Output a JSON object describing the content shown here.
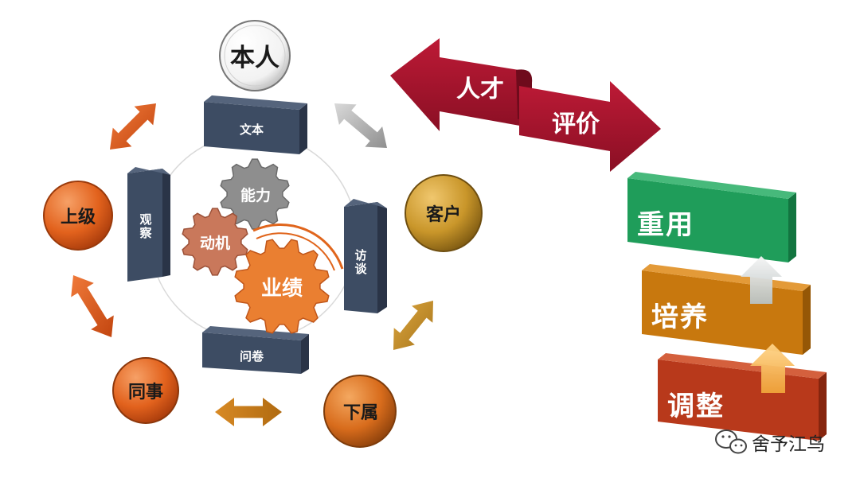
{
  "people": {
    "self": "本人",
    "superior": "上级",
    "client": "客户",
    "colleague": "同事",
    "subordinate": "下属"
  },
  "methods": {
    "text": "文本",
    "observation": "观察",
    "interview": "访谈",
    "questionnaire": "问卷"
  },
  "gears": {
    "ability": "能力",
    "motivation": "动机",
    "performance": "业绩"
  },
  "banner": {
    "left": "人才",
    "right": "评价"
  },
  "outcomes": {
    "top": "重用",
    "middle": "培养",
    "bottom": "调整"
  },
  "watermark": {
    "text": "舍予江鸟",
    "icon": "wechat-icon"
  },
  "colors": {
    "navy": "#3d4c63",
    "orange": "#e3712b",
    "gold": "#c9962a",
    "crimson": "#a4122d",
    "green": "#1f9d5a",
    "brown": "#c8780e",
    "rust": "#b8391b",
    "gray": "#9a9a9a"
  }
}
